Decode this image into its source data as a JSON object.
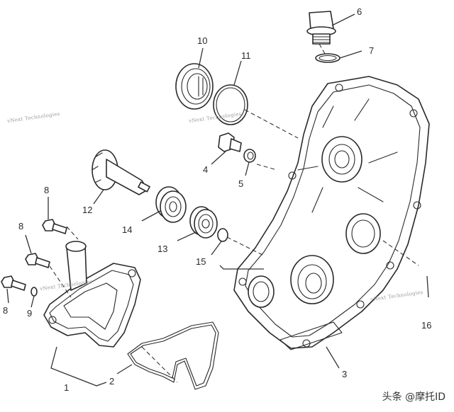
{
  "diagram": {
    "title": "Water pump and right crankcase cover exploded view",
    "line_color": "#2a2a2a",
    "callouts": [
      {
        "id": "callout-1",
        "label": "1"
      },
      {
        "id": "callout-2",
        "label": "2"
      },
      {
        "id": "callout-3",
        "label": "3"
      },
      {
        "id": "callout-4",
        "label": "4"
      },
      {
        "id": "callout-5",
        "label": "5"
      },
      {
        "id": "callout-6",
        "label": "6"
      },
      {
        "id": "callout-7",
        "label": "7"
      },
      {
        "id": "callout-8a",
        "label": "8"
      },
      {
        "id": "callout-8b",
        "label": "8"
      },
      {
        "id": "callout-8c",
        "label": "8"
      },
      {
        "id": "callout-9",
        "label": "9"
      },
      {
        "id": "callout-10",
        "label": "10"
      },
      {
        "id": "callout-11",
        "label": "11"
      },
      {
        "id": "callout-12",
        "label": "12"
      },
      {
        "id": "callout-13",
        "label": "13"
      },
      {
        "id": "callout-14",
        "label": "14"
      },
      {
        "id": "callout-15",
        "label": "15"
      },
      {
        "id": "callout-16",
        "label": "16"
      }
    ]
  },
  "watermarks": [
    {
      "text": "vNext Technologies"
    },
    {
      "text": "vNext Technologies"
    },
    {
      "text": "vNext Technologies"
    },
    {
      "text": "vNext Technologies"
    }
  ],
  "credit": {
    "text": "头条 @摩托ID"
  }
}
